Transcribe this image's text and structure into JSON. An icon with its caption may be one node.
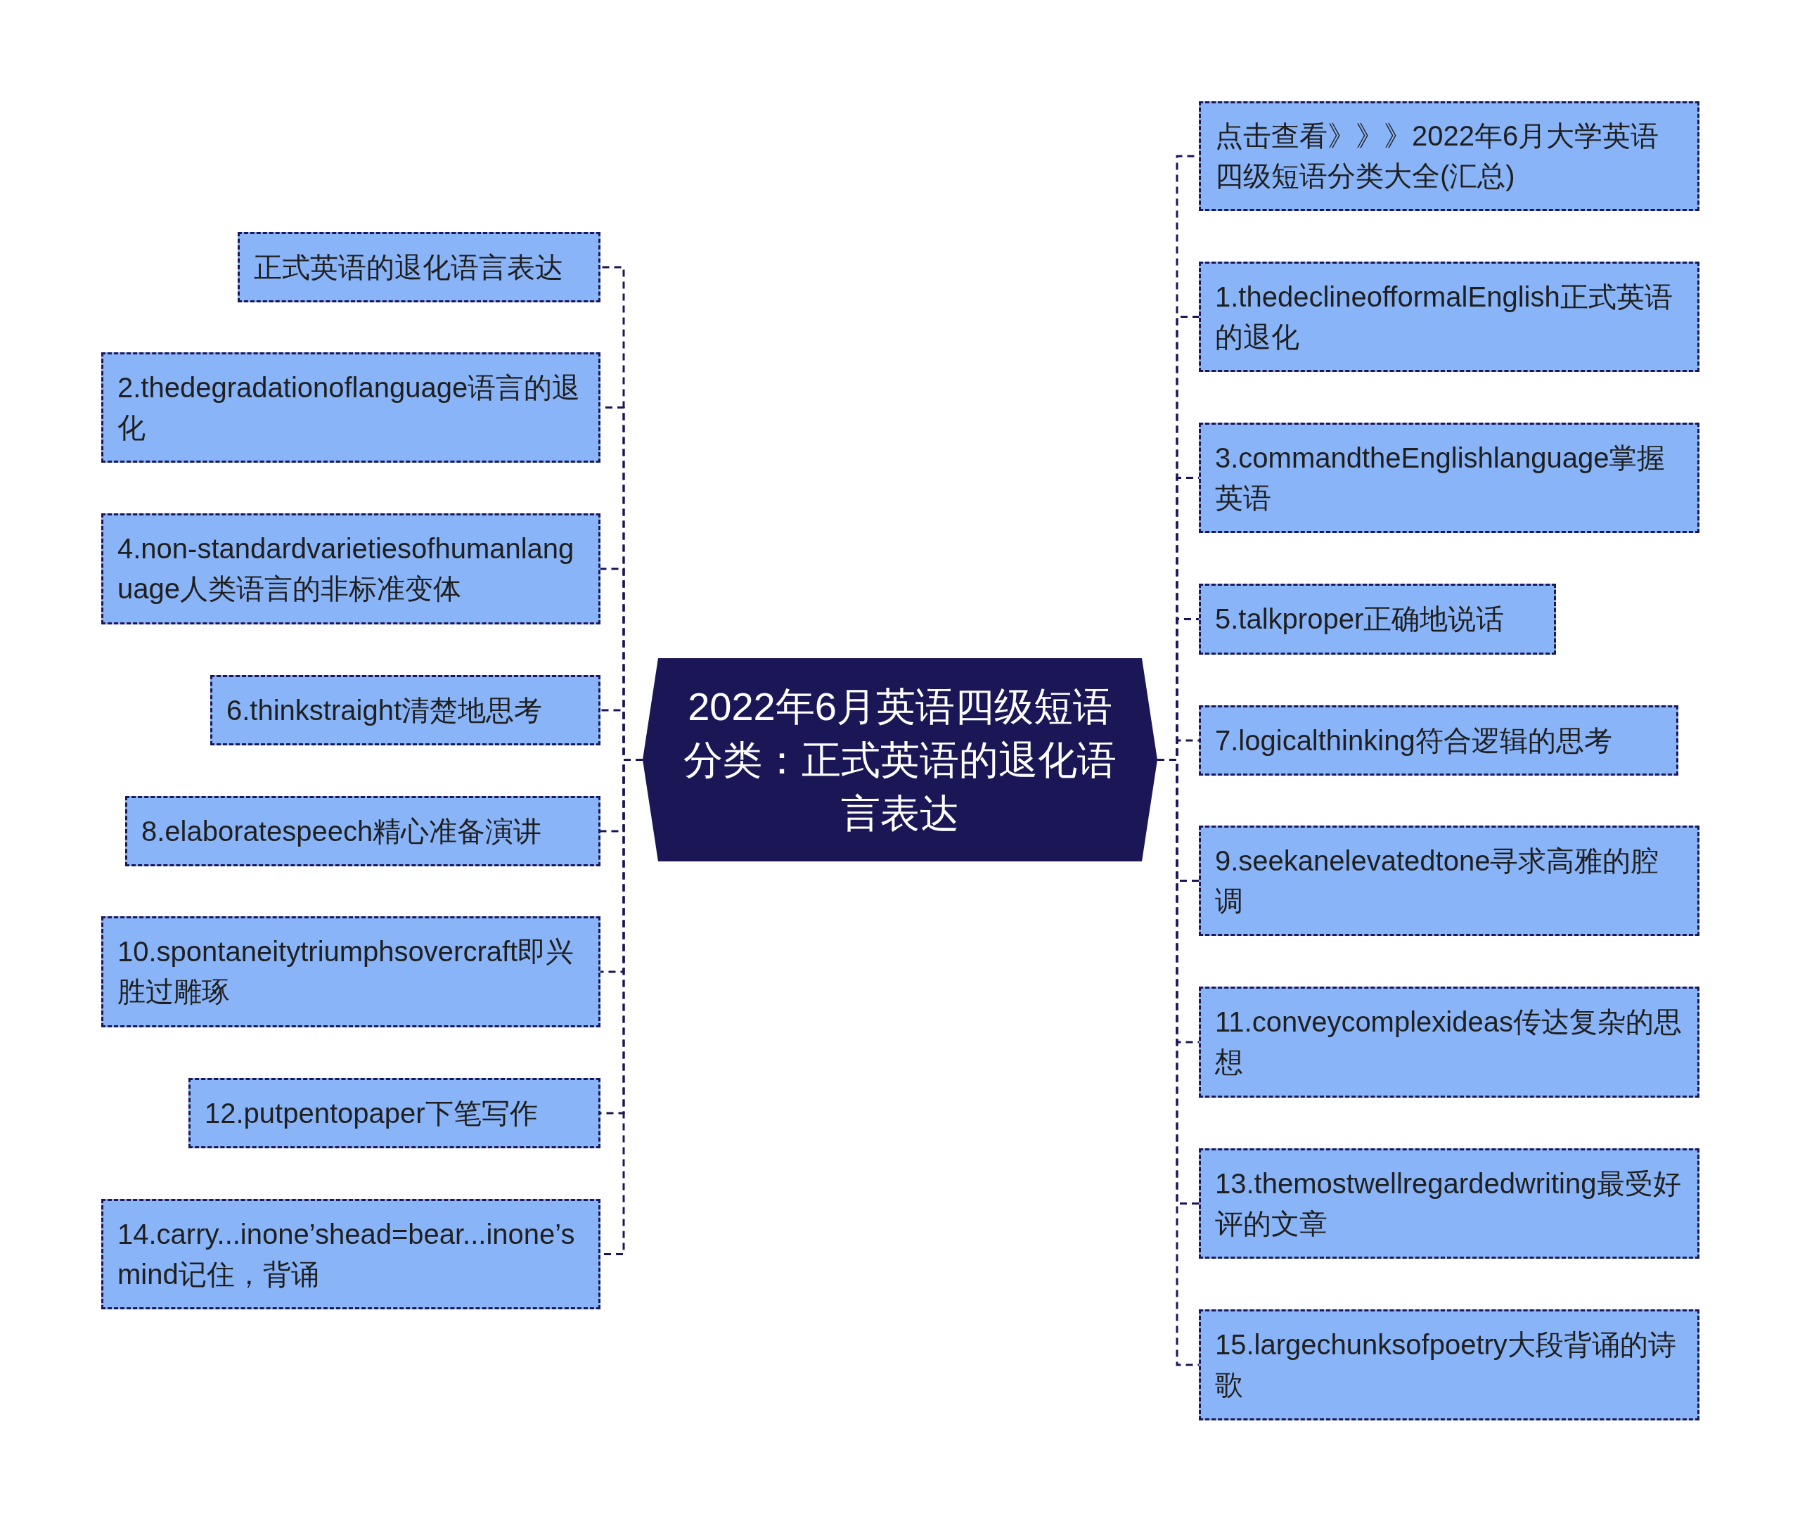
{
  "diagram": {
    "nodes": [
      {
        "text": [
          "2022年6月英语四级短语分类：正式英语的退化语言表达"
        ]
      },
      {
        "text": [
          "正式英语的退化语言表达"
        ]
      },
      {
        "text": [
          "2.thedegradationoflanguage语言的退化"
        ]
      },
      {
        "text": [
          "4.non-standardvarietiesofhumanlanguage人类语言的非标准变体"
        ]
      },
      {
        "text": [
          "6.thinkstraight清楚地思考"
        ]
      },
      {
        "text": [
          "8.elaboratespeech精心准备演讲"
        ]
      },
      {
        "text": [
          "10.spontaneitytriumphsovercraft即兴胜过雕琢"
        ]
      },
      {
        "text": [
          "12.putpentopaper下笔写作"
        ]
      },
      {
        "text": [
          "14.carry...inone’shead=bear...inone’smind记住，背诵"
        ]
      },
      {
        "text": [
          "点击查看》》》2022年6月大学英语四级短语分类大全(汇总)"
        ]
      },
      {
        "text": [
          "1.thedeclineofformalEnglish正式英语的退化"
        ]
      },
      {
        "text": [
          "3.commandtheEnglishlanguage掌握英语"
        ]
      },
      {
        "text": [
          "5.talkproper正确地说话"
        ]
      },
      {
        "text": [
          "7.logicalthinking符合逻辑的思考"
        ]
      },
      {
        "text": [
          "9.seekanelevatedtone寻求高雅的腔调"
        ]
      },
      {
        "text": [
          "11.conveycomplexideas传达复杂的思想"
        ]
      },
      {
        "text": [
          "13.themostwellregardedwriting最受好评的文章"
        ]
      },
      {
        "text": [
          "15.largechunksofpoetry大段背诵的诗歌"
        ]
      }
    ],
    "edges": [
      {
        "from": 0,
        "to": 1,
        "arrow": "none",
        "style": "dashed"
      },
      {
        "from": 0,
        "to": 2,
        "arrow": "none",
        "style": "dashed"
      },
      {
        "from": 0,
        "to": 3,
        "arrow": "none",
        "style": "dashed"
      },
      {
        "from": 0,
        "to": 4,
        "arrow": "none",
        "style": "dashed"
      },
      {
        "from": 0,
        "to": 5,
        "arrow": "none",
        "style": "dashed"
      },
      {
        "from": 0,
        "to": 6,
        "arrow": "none",
        "style": "dashed"
      },
      {
        "from": 0,
        "to": 7,
        "arrow": "none",
        "style": "dashed"
      },
      {
        "from": 0,
        "to": 8,
        "arrow": "none",
        "style": "dashed"
      },
      {
        "from": 0,
        "to": 9,
        "arrow": "none",
        "style": "dashed"
      },
      {
        "from": 0,
        "to": 10,
        "arrow": "none",
        "style": "dashed"
      },
      {
        "from": 0,
        "to": 11,
        "arrow": "none",
        "style": "dashed"
      },
      {
        "from": 0,
        "to": 12,
        "arrow": "none",
        "style": "dashed"
      },
      {
        "from": 0,
        "to": 13,
        "arrow": "none",
        "style": "dashed"
      },
      {
        "from": 0,
        "to": 14,
        "arrow": "none",
        "style": "dashed"
      },
      {
        "from": 0,
        "to": 15,
        "arrow": "none",
        "style": "dashed"
      },
      {
        "from": 0,
        "to": 16,
        "arrow": "none",
        "style": "dashed"
      },
      {
        "from": 0,
        "to": 17,
        "arrow": "none",
        "style": "dashed"
      }
    ]
  }
}
